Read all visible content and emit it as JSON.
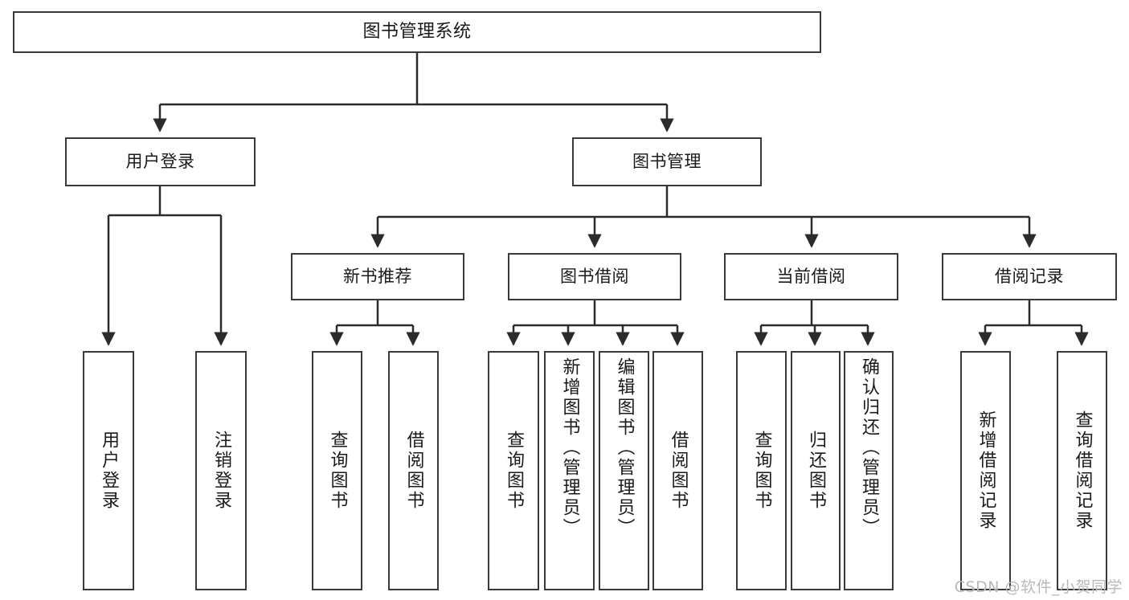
{
  "diagram": {
    "type": "tree",
    "title": "图书管理系统",
    "root": {
      "id": "root",
      "label": "图书管理系统"
    },
    "level1": [
      {
        "id": "user-login",
        "label": "用户登录"
      },
      {
        "id": "book-manage",
        "label": "图书管理"
      }
    ],
    "level2": [
      {
        "id": "new-book-rec",
        "label": "新书推荐",
        "parent": "book-manage"
      },
      {
        "id": "book-borrow",
        "label": "图书借阅",
        "parent": "book-manage"
      },
      {
        "id": "current-borrow",
        "label": "当前借阅",
        "parent": "book-manage"
      },
      {
        "id": "borrow-record",
        "label": "借阅记录",
        "parent": "book-manage"
      }
    ],
    "leaves": [
      {
        "id": "leaf-user-login",
        "label": "用户登录",
        "parent": "user-login"
      },
      {
        "id": "leaf-user-logout",
        "label": "注销登录",
        "parent": "user-login"
      },
      {
        "id": "leaf-query-book-1",
        "label": "查询图书",
        "parent": "new-book-rec"
      },
      {
        "id": "leaf-borrow-book-1",
        "label": "借阅图书",
        "parent": "new-book-rec"
      },
      {
        "id": "leaf-query-book-2",
        "label": "查询图书",
        "parent": "book-borrow"
      },
      {
        "id": "leaf-add-book",
        "label": "新增图书（管理员）",
        "parent": "book-borrow"
      },
      {
        "id": "leaf-edit-book",
        "label": "编辑图书（管理员）",
        "parent": "book-borrow"
      },
      {
        "id": "leaf-borrow-book-2",
        "label": "借阅图书",
        "parent": "book-borrow"
      },
      {
        "id": "leaf-query-book-3",
        "label": "查询图书",
        "parent": "current-borrow"
      },
      {
        "id": "leaf-return-book",
        "label": "归还图书",
        "parent": "current-borrow"
      },
      {
        "id": "leaf-confirm-return",
        "label": "确认归还（管理员）",
        "parent": "current-borrow"
      },
      {
        "id": "leaf-add-record",
        "label": "新增借阅记录",
        "parent": "borrow-record"
      },
      {
        "id": "leaf-query-record",
        "label": "查询借阅记录",
        "parent": "borrow-record"
      }
    ]
  },
  "watermark": {
    "text": "CSDN @软件_小贺同学"
  },
  "colors": {
    "box_border": "#3a3a3a",
    "box_fill": "#ffffff",
    "connector": "#2b2b2b",
    "text": "#1a1a1a",
    "watermark": "#b9b9b9",
    "background": "#ffffff"
  }
}
